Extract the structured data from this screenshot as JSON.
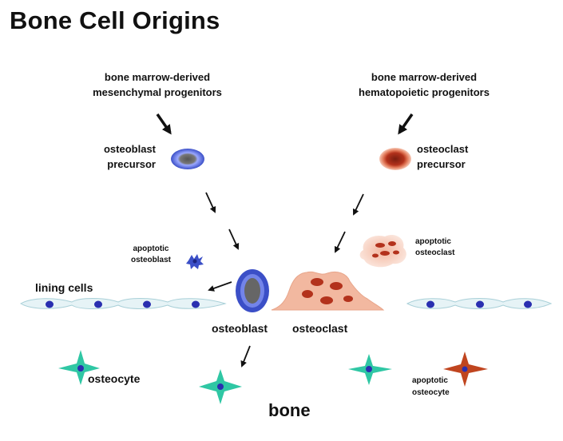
{
  "title": "Bone Cell Origins",
  "labels": {
    "mesenchymal_line1": "bone marrow-derived",
    "mesenchymal_line2": "mesenchymal progenitors",
    "hematopoietic_line1": "bone marrow-derived",
    "hematopoietic_line2": "hematopoietic progenitors",
    "ob_precursor_line1": "osteoblast",
    "ob_precursor_line2": "precursor",
    "oc_precursor_line1": "osteoclast",
    "oc_precursor_line2": "precursor",
    "apoptotic_ob_line1": "apoptotic",
    "apoptotic_ob_line2": "osteoblast",
    "apoptotic_oc_line1": "apoptotic",
    "apoptotic_oc_line2": "osteoclast",
    "lining_cells": "lining cells",
    "osteoblast": "osteoblast",
    "osteoclast": "osteoclast",
    "osteocyte": "osteocyte",
    "apoptotic_ocy_line1": "apoptotic",
    "apoptotic_ocy_line2": "osteocyte",
    "bone": "bone"
  },
  "colors": {
    "osteoblast_blue": "#3b4fc7",
    "osteoclast_salmon": "#f2b8a0",
    "osteoclast_nucleus": "#b3321c",
    "lining_cell": "#e6f3f6",
    "osteocyte_green": "#2fc7a4",
    "nucleus_blue": "#2a2fb0"
  }
}
